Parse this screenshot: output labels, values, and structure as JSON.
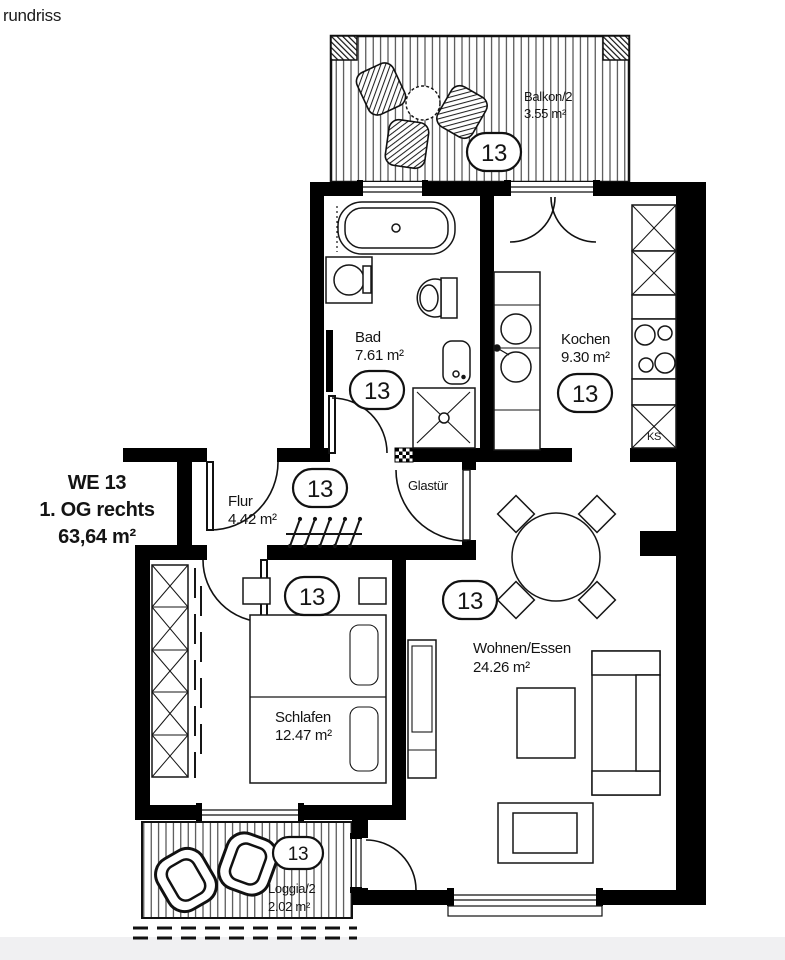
{
  "page": {
    "header_fragment": "rundriss"
  },
  "unit_info": {
    "unit": "WE 13",
    "floor": "1. OG rechts",
    "total_area": "63,64 m²"
  },
  "rooms": {
    "balkon": {
      "name": "Balkon/2",
      "area": "3.55 m²",
      "unit_number": "13"
    },
    "bad": {
      "name": "Bad",
      "area": "7.61 m²",
      "unit_number": "13"
    },
    "kochen": {
      "name": "Kochen",
      "area": "9.30 m²",
      "unit_number": "13"
    },
    "flur": {
      "name": "Flur",
      "area": "4.42 m²",
      "unit_number": "13"
    },
    "schlafen": {
      "name": "Schlafen",
      "area": "12.47 m²",
      "unit_number": "13"
    },
    "wohnen_essen": {
      "name": "Wohnen/Essen",
      "area": "24.26 m²",
      "unit_number": "13"
    },
    "loggia": {
      "name": "Loggia/2",
      "area": "2.02 m²",
      "unit_number": "13"
    }
  },
  "annotations": {
    "glass_door": "Glastür",
    "fridge_abbr": "KS"
  },
  "colors": {
    "wall": "#000000",
    "background": "#ffffff",
    "line": "#161616",
    "page_bottom_strip": "#f0f0f2"
  }
}
